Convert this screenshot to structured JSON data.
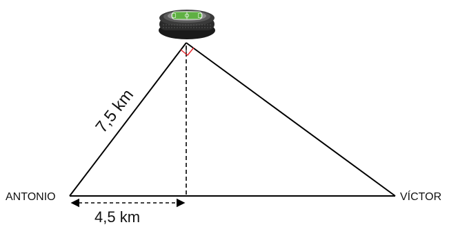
{
  "diagram": {
    "stadium_icon": "stadium-icon",
    "right_angle_mark": "right-angle-mark",
    "points": {
      "left": "ANTONIO",
      "right": "VÍCTOR"
    },
    "side_label": "7,5 km",
    "base_segment_label": "4,5 km"
  },
  "colors": {
    "line": "#000000",
    "right_angle": "#e4262a",
    "stadium_field": "#5fb043",
    "stadium_body": "#2b2b2b"
  }
}
